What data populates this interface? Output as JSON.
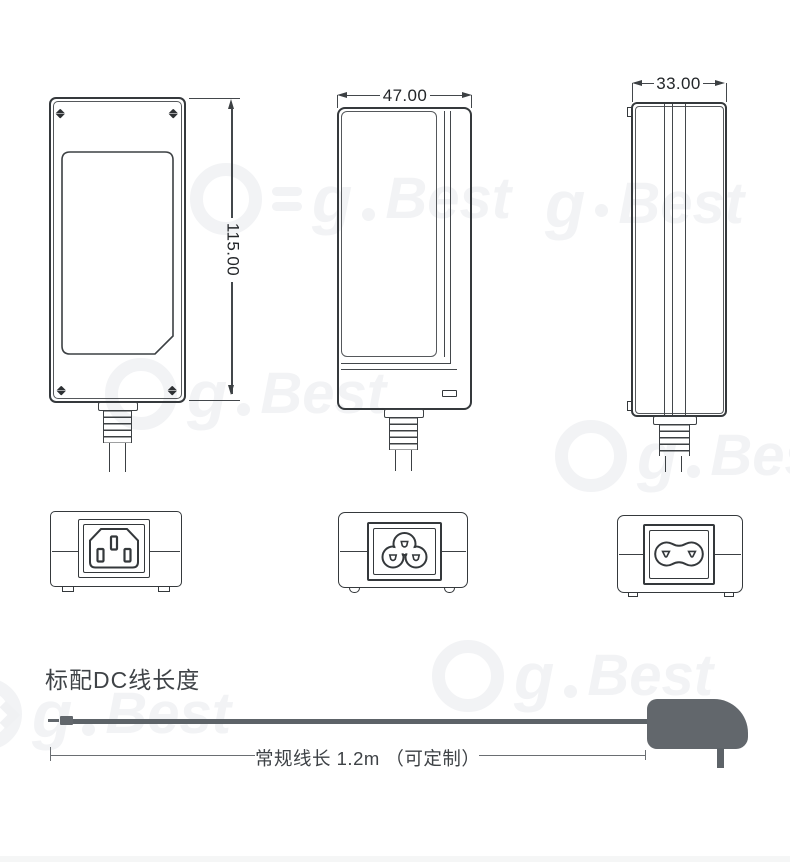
{
  "views": {
    "front": {
      "dimension": "115.00"
    },
    "side": {
      "dimension": "47.00"
    },
    "edge": {
      "dimension": "33.00"
    }
  },
  "connectors": [
    {
      "icon": "iec-c14-socket-icon"
    },
    {
      "icon": "iec-c6-socket-icon"
    },
    {
      "icon": "iec-c8-socket-icon"
    }
  ],
  "cable_section": {
    "heading": "标配DC线长度",
    "length_label": "常规线长 1.2m （可定制）"
  },
  "watermark": {
    "g": "g",
    "best": "Best"
  },
  "colors": {
    "line": "#3c4043",
    "fill_gray": "#62676c",
    "text": "#3f4347",
    "watermark": "#f2f3f5"
  }
}
